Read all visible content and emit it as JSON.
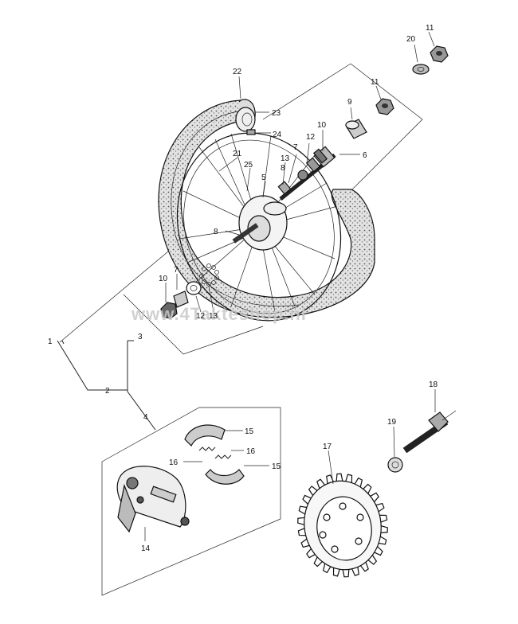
{
  "watermark": "www.4Takteshop.nl",
  "labels": {
    "l1": "1",
    "l2": "2",
    "l3": "3",
    "l4": "4",
    "l5": "5",
    "l6": "6",
    "l7a": "7",
    "l7b": "7",
    "l8a": "8",
    "l8b": "8",
    "l9": "9",
    "l10a": "10",
    "l10b": "10",
    "l11a": "11",
    "l11b": "11",
    "l12a": "12",
    "l12b": "12",
    "l13a": "13",
    "l13b": "13",
    "l14": "14",
    "l15a": "15",
    "l15b": "15",
    "l16a": "16",
    "l16b": "16",
    "l17": "17",
    "l18": "18",
    "l19": "19",
    "l20": "20",
    "l21": "21",
    "l22": "22",
    "l23": "23",
    "l24": "24",
    "l25": "25"
  },
  "colors": {
    "ink": "#111111",
    "tire": "#cfcfcf",
    "watermark": "#c9c9c9"
  }
}
